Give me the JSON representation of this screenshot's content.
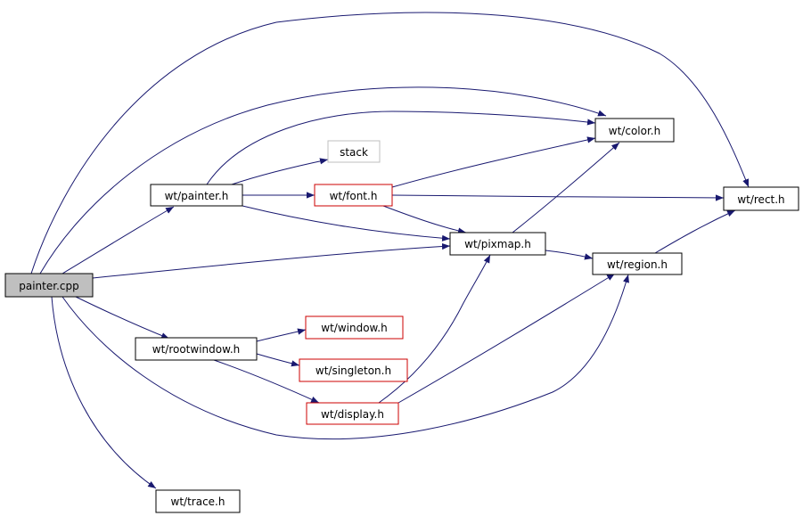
{
  "colors": {
    "edge": "#191970",
    "border_default": "#000000",
    "border_truncated": "#cc0000",
    "border_external": "#bfbfbf",
    "root_fill": "#bfbfbf",
    "node_fill": "#ffffff"
  },
  "nodes": {
    "painter_cpp": {
      "label": "painter.cpp",
      "kind": "root"
    },
    "painter_h": {
      "label": "wt/painter.h",
      "kind": "default"
    },
    "rootwindow_h": {
      "label": "wt/rootwindow.h",
      "kind": "default"
    },
    "trace_h": {
      "label": "wt/trace.h",
      "kind": "default"
    },
    "stack": {
      "label": "stack",
      "kind": "external"
    },
    "font_h": {
      "label": "wt/font.h",
      "kind": "truncated"
    },
    "window_h": {
      "label": "wt/window.h",
      "kind": "truncated"
    },
    "singleton_h": {
      "label": "wt/singleton.h",
      "kind": "truncated"
    },
    "display_h": {
      "label": "wt/display.h",
      "kind": "truncated"
    },
    "color_h": {
      "label": "wt/color.h",
      "kind": "default"
    },
    "pixmap_h": {
      "label": "wt/pixmap.h",
      "kind": "default"
    },
    "region_h": {
      "label": "wt/region.h",
      "kind": "default"
    },
    "rect_h": {
      "label": "wt/rect.h",
      "kind": "default"
    }
  },
  "edges": [
    {
      "from": "painter_cpp",
      "to": "painter_h"
    },
    {
      "from": "painter_cpp",
      "to": "color_h"
    },
    {
      "from": "painter_cpp",
      "to": "rect_h"
    },
    {
      "from": "painter_cpp",
      "to": "pixmap_h"
    },
    {
      "from": "painter_cpp",
      "to": "rootwindow_h"
    },
    {
      "from": "painter_cpp",
      "to": "region_h"
    },
    {
      "from": "painter_cpp",
      "to": "trace_h"
    },
    {
      "from": "painter_h",
      "to": "color_h"
    },
    {
      "from": "painter_h",
      "to": "stack"
    },
    {
      "from": "painter_h",
      "to": "font_h"
    },
    {
      "from": "painter_h",
      "to": "pixmap_h"
    },
    {
      "from": "font_h",
      "to": "color_h"
    },
    {
      "from": "font_h",
      "to": "rect_h"
    },
    {
      "from": "font_h",
      "to": "pixmap_h"
    },
    {
      "from": "pixmap_h",
      "to": "color_h"
    },
    {
      "from": "pixmap_h",
      "to": "region_h"
    },
    {
      "from": "region_h",
      "to": "rect_h"
    },
    {
      "from": "rootwindow_h",
      "to": "window_h"
    },
    {
      "from": "rootwindow_h",
      "to": "singleton_h"
    },
    {
      "from": "rootwindow_h",
      "to": "display_h"
    },
    {
      "from": "display_h",
      "to": "pixmap_h"
    },
    {
      "from": "display_h",
      "to": "region_h"
    }
  ]
}
